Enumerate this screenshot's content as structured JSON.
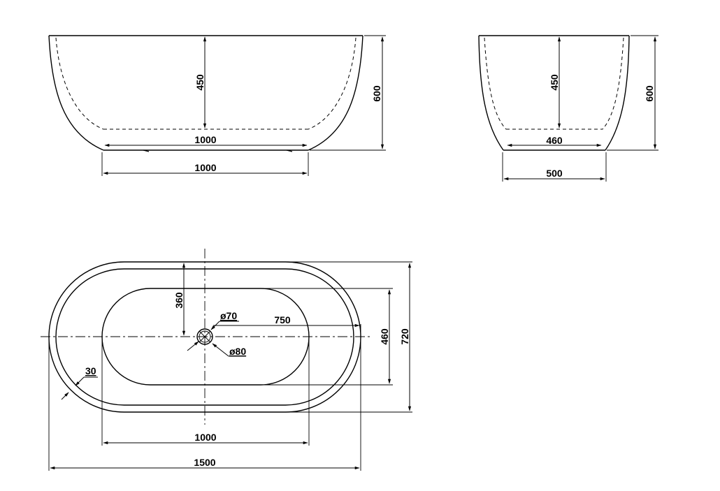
{
  "front_view": {
    "inner_depth": "450",
    "overall_height": "600",
    "inner_bottom_length": "1000",
    "outer_base_length": "1000"
  },
  "side_view": {
    "inner_depth": "450",
    "overall_height": "600",
    "inner_bottom_width": "460",
    "outer_base_width": "500"
  },
  "top_view": {
    "center_to_inner_edge": "360",
    "drain_inner_diameter": "ø70",
    "drain_outer_diameter": "ø80",
    "half_length": "750",
    "inner_width": "460",
    "overall_width": "720",
    "rim_thickness": "30",
    "inner_bottom_length": "1000",
    "overall_length": "1500"
  }
}
